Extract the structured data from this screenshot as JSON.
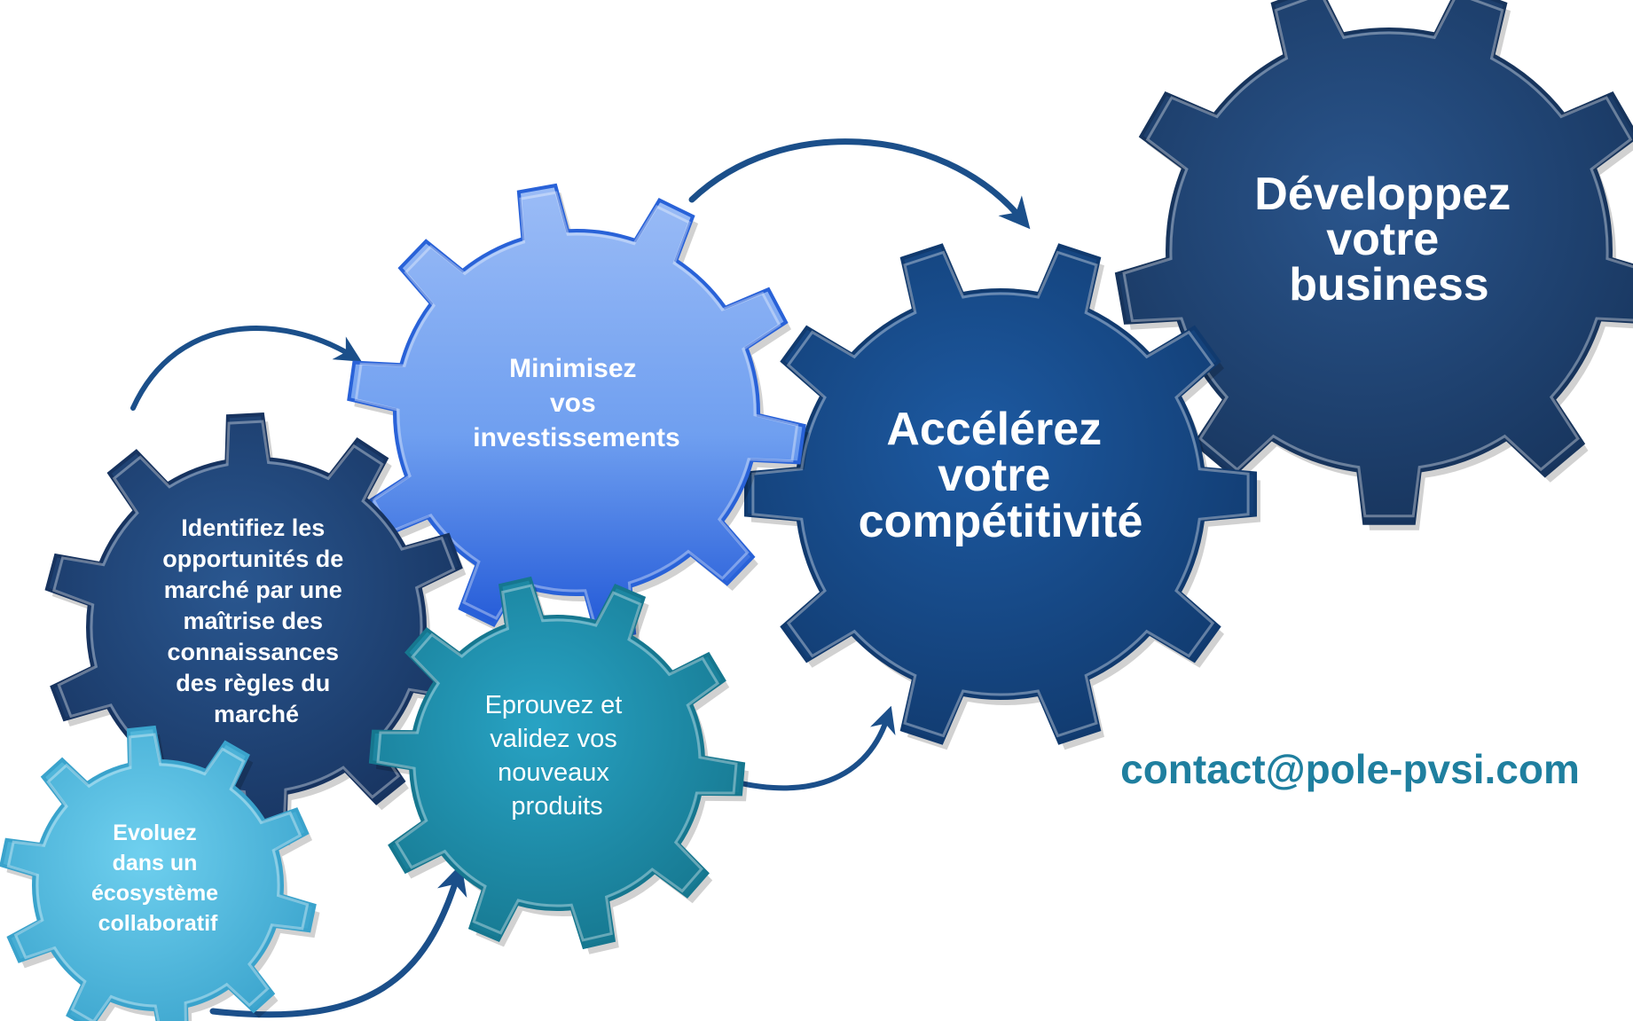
{
  "gears": {
    "ecosystem": {
      "lines": [
        "Evoluez",
        "dans un",
        "écosystème",
        "collaboratif"
      ],
      "color": "#58c0e4",
      "color_dark": "#3aa3cc"
    },
    "opportunities": {
      "lines": [
        "Identifiez les",
        "opportunités de",
        "marché par une",
        "maîtrise des",
        "connaissances",
        "des règles du",
        "marché"
      ],
      "color": "#23497e",
      "color_dark": "#17335f"
    },
    "investments": {
      "lines": [
        "Minimisez",
        "vos",
        "investissements"
      ],
      "color": "#6f9ff0",
      "color_dark": "#2962d8"
    },
    "products": {
      "lines": [
        "Eprouvez et",
        "validez vos",
        "nouveaux",
        "produits"
      ],
      "color": "#1f93b3",
      "color_dark": "#16778f"
    },
    "competitiveness": {
      "lines": [
        "Accélérez",
        "votre",
        "compétitivité"
      ],
      "color": "#1a4f90",
      "color_dark": "#113a6e"
    },
    "business": {
      "lines": [
        "Développez",
        "votre",
        "business"
      ],
      "color": "#234a7c",
      "color_dark": "#17345c"
    }
  },
  "arrow_color": "#1b4f8a",
  "contact": {
    "email": "contact@pole-pvsi.com",
    "color": "#1f7f9f"
  }
}
